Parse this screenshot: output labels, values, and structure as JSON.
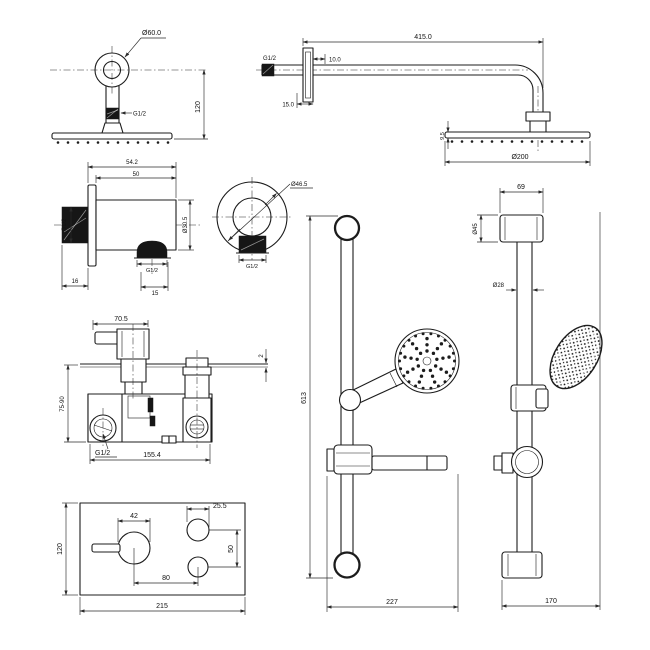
{
  "drawing": {
    "background": "#ffffff",
    "line_color": "#1c1c1c",
    "views": {
      "overhead": {
        "dia": "Ø60.0",
        "thread": "G1/2",
        "height": "120"
      },
      "arm": {
        "length": "415.0",
        "flange": "10.0",
        "thread": "G1/2",
        "inset": "15.0",
        "thickness": "9.5",
        "head_dia": "Ø200"
      },
      "outlet_side": {
        "width": "54.2",
        "body_width": "50",
        "thread_left": "G1/2",
        "body_dia": "Ø30.5",
        "thread_bottom": "G1/2",
        "left_len": "16",
        "bottom_len": "15"
      },
      "outlet_front": {
        "dia": "Ø46.5",
        "thread": "G1/2"
      },
      "valve": {
        "handle_len": "70.5",
        "wall_thickness": "2",
        "depth_range": "75-90",
        "thread": "G1/2",
        "width": "155.4"
      },
      "plate": {
        "height": "120",
        "width": "215",
        "handle_dia": "42",
        "hole_offset": "25.5",
        "hole_gap": "50",
        "center_gap": "80"
      },
      "rail_front": {
        "height": "613",
        "width": "227"
      },
      "rail_side": {
        "bracket_w": "69",
        "bracket_dia": "Ø45",
        "rail_dia": "Ø28",
        "width": "170"
      }
    }
  }
}
